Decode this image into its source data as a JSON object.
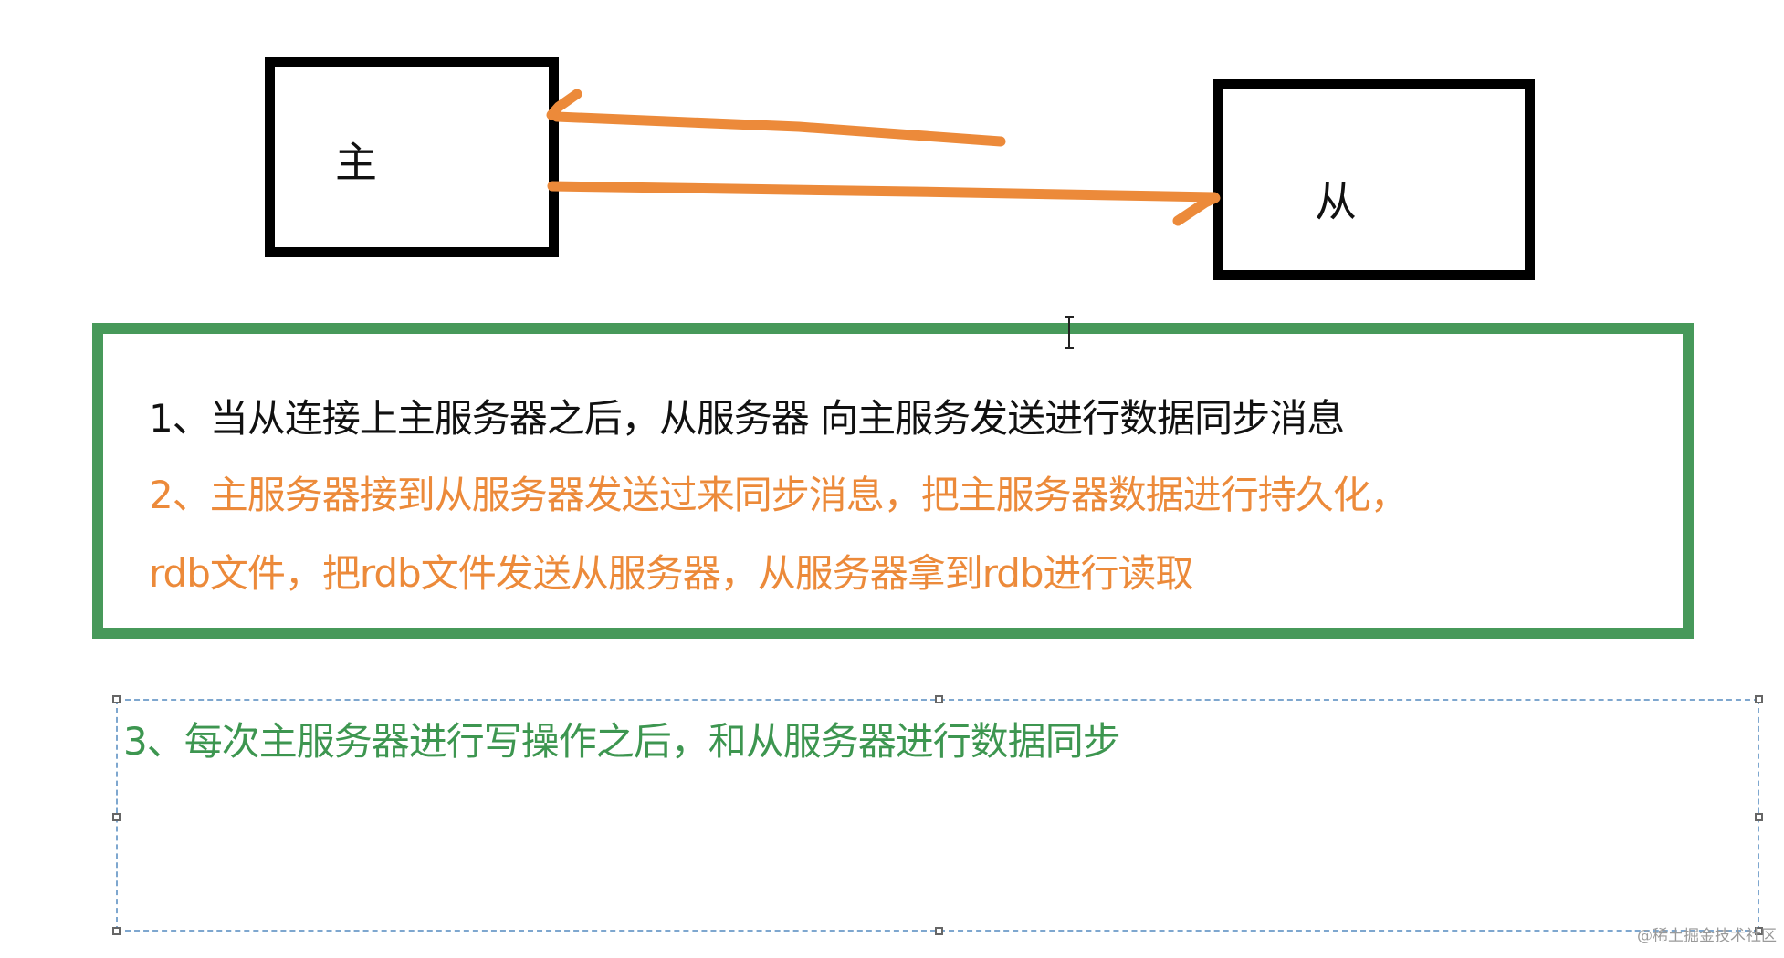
{
  "diagram": {
    "nodes": {
      "master": {
        "label": "主"
      },
      "slave": {
        "label": "从"
      }
    },
    "edges": [
      {
        "from": "slave",
        "to": "master",
        "color": "#ec8a3a"
      },
      {
        "from": "master",
        "to": "slave",
        "color": "#ec8a3a"
      }
    ],
    "steps_box": {
      "border_color": "#47995a",
      "step_1": "1、当从连接上主服务器之后，从服务器 向主服务发送进行数据同步消息",
      "step_2_line_1": "2、主服务器接到从服务器发送过来同步消息，把主服务器数据进行持久化，",
      "step_2_line_2": "rdb文件，把rdb文件发送从服务器，从服务器拿到rdb进行读取"
    },
    "text_frame": {
      "step_3": "3、每次主服务器进行写操作之后，和从服务器进行数据同步"
    },
    "colors": {
      "step_1": "#111111",
      "step_2": "#ec8a3a",
      "step_3": "#3d9650",
      "arrow": "#ec8a3a",
      "frame_dash": "#7ea7cf"
    }
  },
  "watermark": "@稀土掘金技术社区"
}
